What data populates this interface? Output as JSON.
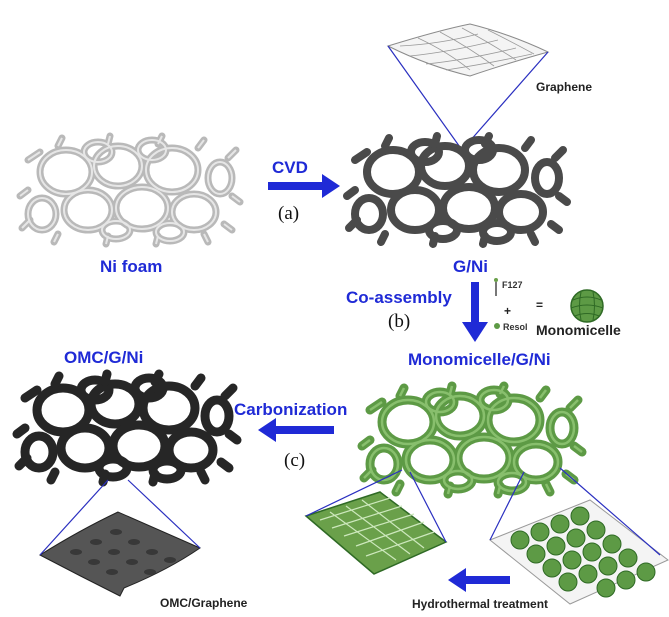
{
  "labels": {
    "graphene": "Graphene",
    "ni_foam": "Ni foam",
    "cvd": "CVD",
    "step_a": "(a)",
    "g_ni": "G/Ni",
    "co_assembly": "Co-assembly",
    "step_b": "(b)",
    "f127": "F127",
    "plus": "+",
    "equals": "=",
    "resol": "Resol",
    "monomicelle": "Monomicelle",
    "monomicelle_g_ni": "Monomicelle/G/Ni",
    "omc_g_ni": "OMC/G/Ni",
    "carbonization": "Carbonization",
    "step_c": "(c)",
    "omc_graphene": "OMC/Graphene",
    "hydrothermal": "Hydrothermal treatment"
  },
  "colors": {
    "arrow": "#1f2ad6",
    "ni_foam": "#b9b9b9",
    "g_ni": "#4a4a4a",
    "monomicelle_foam": "#5d9a45",
    "omc_foam": "#262626"
  }
}
